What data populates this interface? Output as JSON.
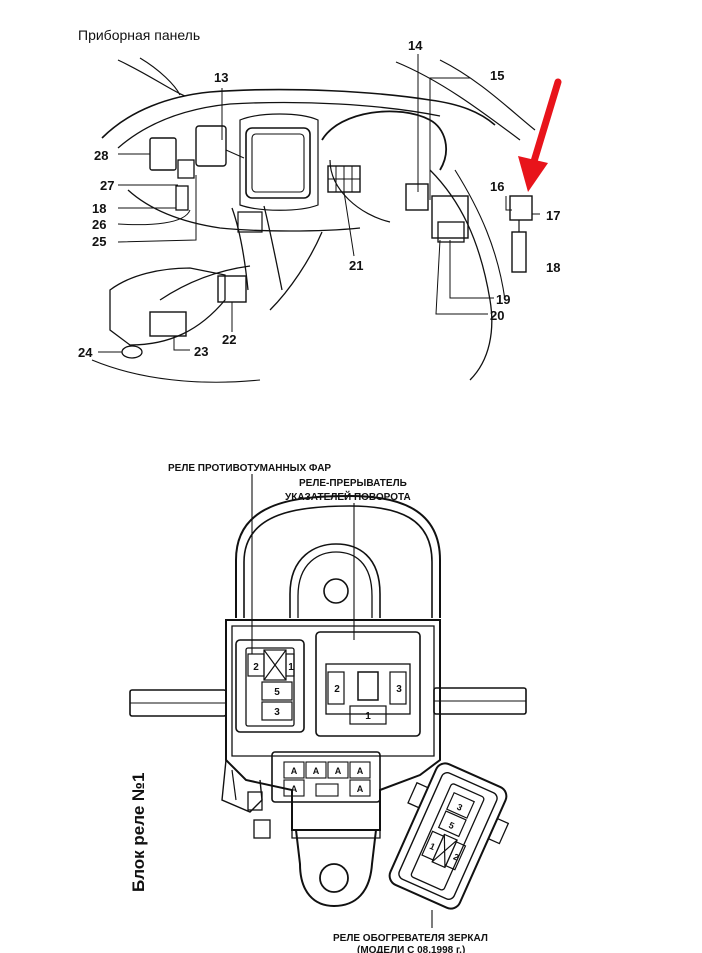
{
  "top_diagram": {
    "title": "Приборная панель",
    "labels": [
      "13",
      "14",
      "15",
      "16",
      "17",
      "18",
      "19",
      "20",
      "21",
      "22",
      "23",
      "24",
      "25",
      "26",
      "27",
      "18",
      "28"
    ],
    "arrow_color": "#e8141b"
  },
  "bottom_diagram": {
    "caption_fog": "РЕЛЕ ПРОТИВОТУМАННЫХ ФАР",
    "caption_flasher_1": "РЕЛЕ-ПРЕРЫВАТЕЛЬ",
    "caption_flasher_2": "УКАЗАТЕЛЕЙ ПОВОРОТА",
    "caption_mirror_1": "РЕЛЕ ОБОГРЕВАТЕЛЯ ЗЕРКАЛ",
    "caption_mirror_2": "(МОДЕЛИ С 08.1998 г.)",
    "block_title": "Блок реле №1",
    "fog_pins": [
      "2",
      "1",
      "5",
      "3"
    ],
    "flasher_pins": [
      "2",
      "3",
      "1"
    ],
    "fuse_labels": [
      "A",
      "A",
      "A",
      "A",
      "A",
      "A"
    ],
    "mirror_pins": [
      "3",
      "5",
      "1",
      "2"
    ]
  }
}
